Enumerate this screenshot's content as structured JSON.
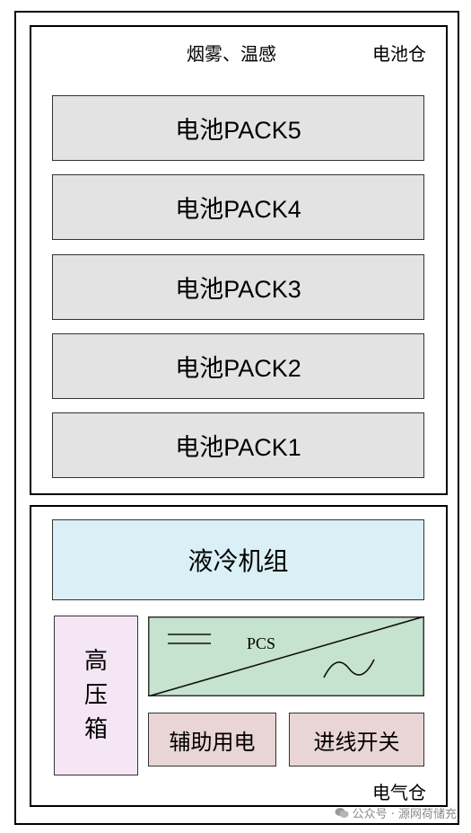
{
  "battery_bay": {
    "title": "电池仓",
    "sensor_label": "烟雾、温感",
    "packs": [
      "电池PACK5",
      "电池PACK4",
      "电池PACK3",
      "电池PACK2",
      "电池PACK1"
    ]
  },
  "electric_bay": {
    "title": "电气仓",
    "cooling_unit": "液冷机组",
    "hv_box": "高压箱",
    "pcs": "PCS",
    "aux_power": "辅助用电",
    "incoming_switch": "进线开关"
  },
  "watermark": "公众号 · 源网荷储充",
  "colors": {
    "pack_fill": "#e3e3e3",
    "cooling_fill": "#daf0f6",
    "hv_fill": "#f4e6f4",
    "pcs_fill": "#c5e3cf",
    "aux_fill": "#e9d5d5"
  }
}
